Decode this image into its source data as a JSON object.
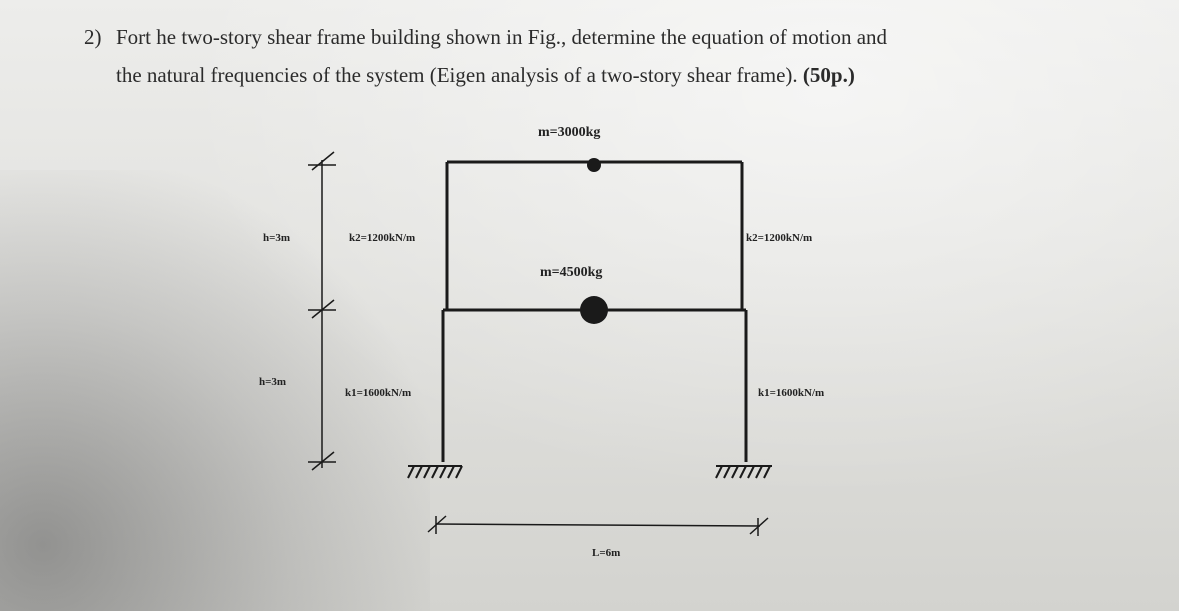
{
  "question": {
    "number": "2)",
    "line1": "Fort he two-story shear frame building shown in Fig., determine the equation of motion and",
    "line2_text": "the natural frequencies of the system (Eigen analysis of a two-story shear frame). ",
    "points": "(50p.)"
  },
  "figure": {
    "top_mass": "m=3000kg",
    "bottom_mass": "m=4500kg",
    "story_height_upper": "h=3m",
    "story_height_lower": "h=3m",
    "k2_left": "k2=1200kN/m",
    "k2_right": "k2=1200kN/m",
    "k1_left": "k1=1600kN/m",
    "k1_right": "k1=1600kN/m",
    "span": "L=6m"
  }
}
